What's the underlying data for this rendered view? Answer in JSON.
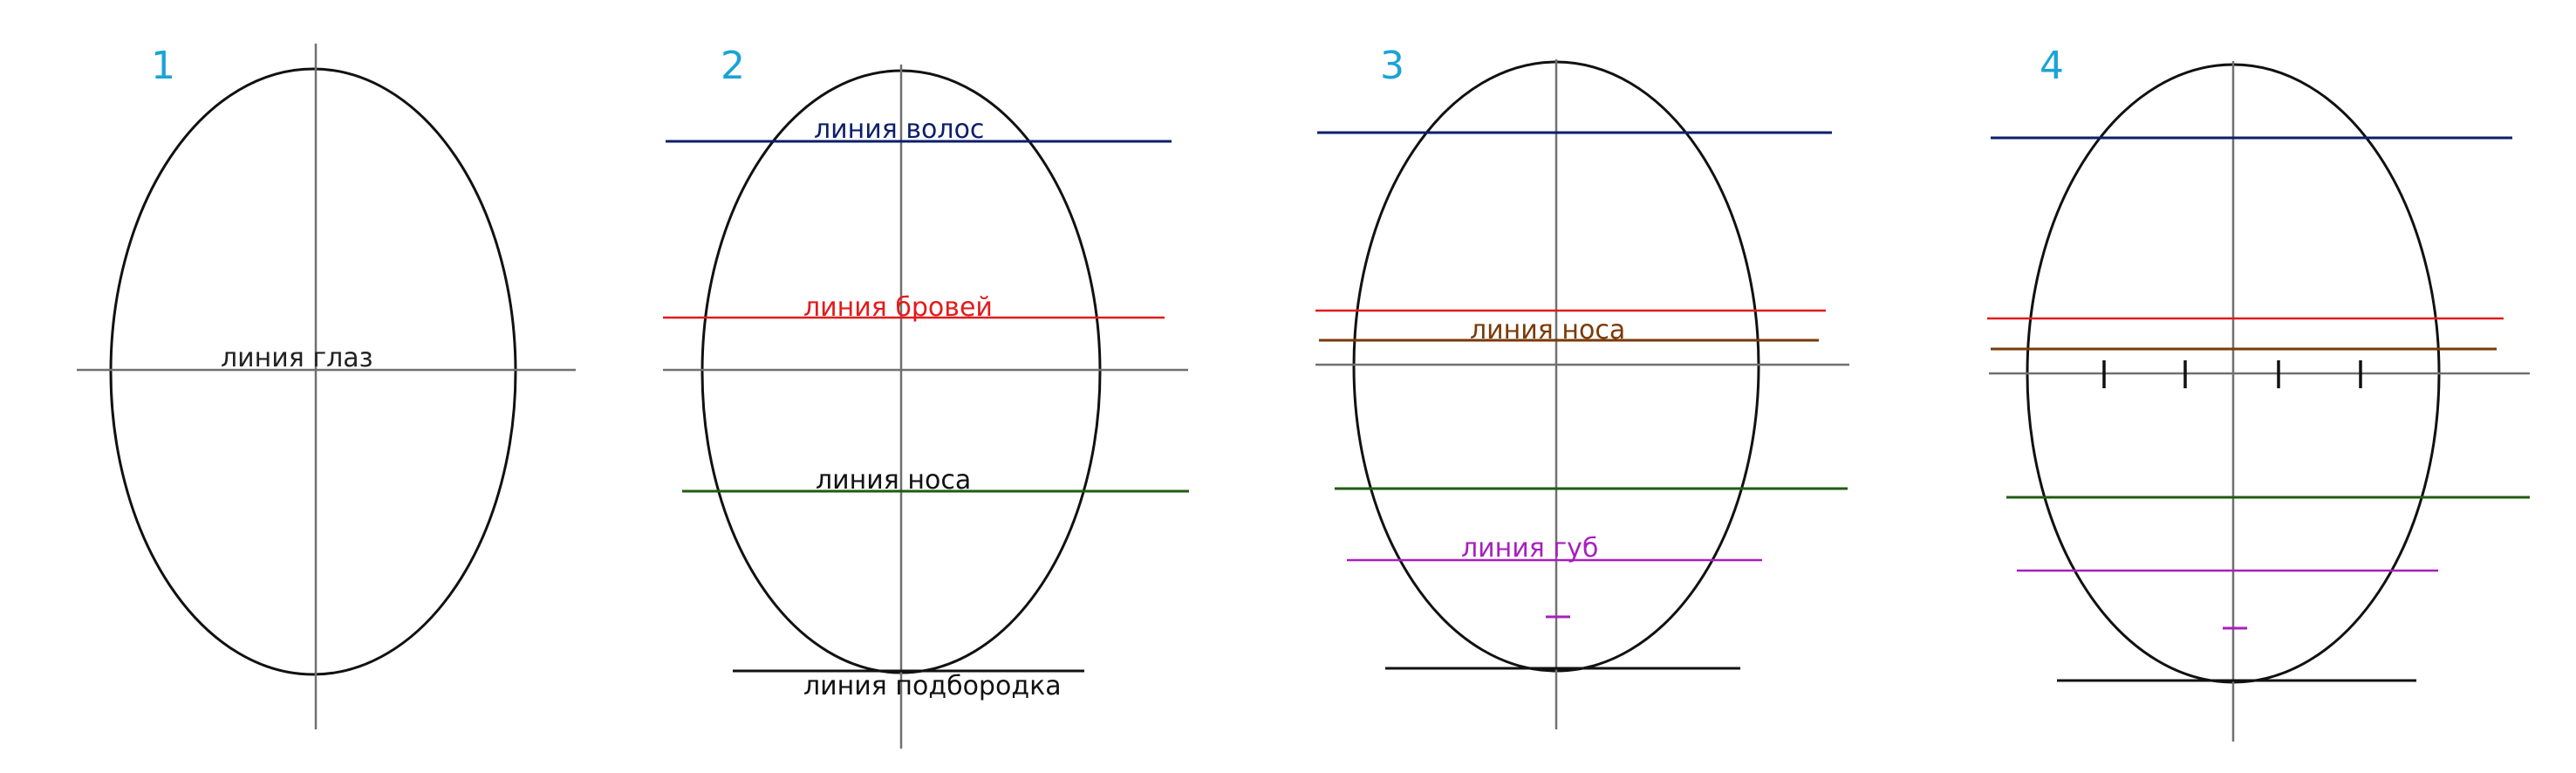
{
  "colors": {
    "panel_number": "#1aa3d6",
    "oval": "#111111",
    "axis": "#707070",
    "hair_line": "#0b1f6b",
    "brow_line": "#e21b1b",
    "nose_line_panel3": "#7a3a08",
    "nose_line": "#1f5c12",
    "lips_line": "#a71fbd",
    "chin_line": "#111111"
  },
  "panels": [
    {
      "number": "1",
      "labels": {
        "eyes": "линия глаз"
      }
    },
    {
      "number": "2",
      "labels": {
        "hair": "линия волос",
        "brows": "линия бровей",
        "nose": "линия носа",
        "chin": "линия подбородка"
      }
    },
    {
      "number": "3",
      "labels": {
        "nose": "линия носа",
        "lips": "линия губ"
      }
    },
    {
      "number": "4",
      "labels": {}
    }
  ]
}
